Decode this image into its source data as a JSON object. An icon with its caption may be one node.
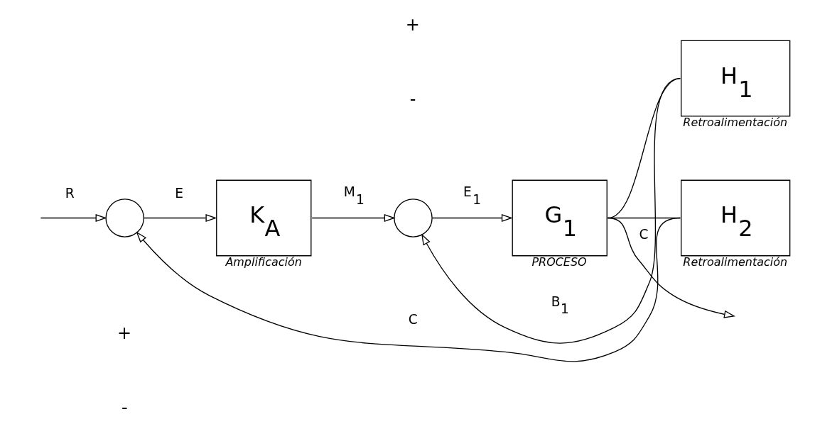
{
  "diagram": {
    "nodes": [
      {
        "text": [],
        "shape": "circle"
      },
      {
        "text": [
          "K$_{A}$"
        ],
        "beside": [
          "Amplificación"
        ]
      },
      {
        "text": [],
        "shape": "circle"
      },
      {
        "text": [
          "G$_{1}$"
        ],
        "beside": [
          "PROCESO"
        ]
      },
      {
        "text": [
          "H$_{1}$"
        ],
        "beside": [
          "Retroalimentación"
        ]
      },
      {
        "text": [
          "H$_{2}$"
        ],
        "beside": [
          "Retroalimentación"
        ]
      }
    ],
    "edges": [
      {
        "from": null,
        "to": 0,
        "arrow": "to",
        "label": "R"
      },
      {
        "from": 0,
        "to": 1,
        "arrow": "to",
        "label": "E"
      },
      {
        "from": 1,
        "to": 2,
        "arrow": "to",
        "label": "M$_{1}$"
      },
      {
        "from": 2,
        "to": 3,
        "arrow": "to",
        "label": "E$_{1}$"
      },
      {
        "from": 3,
        "to": null,
        "arrow": "to",
        "label": "C"
      },
      {
        "from": 3,
        "to": 4,
        "arrow": "none"
      },
      {
        "from": 4,
        "to": 2,
        "arrow": "to",
        "label": "B$_{1}$"
      },
      {
        "from": 3,
        "to": 5,
        "arrow": "none"
      },
      {
        "from": 5,
        "to": 0,
        "arrow": "to",
        "label": "C"
      }
    ],
    "labels": [
      "+",
      "-",
      "+",
      "-"
    ]
  }
}
